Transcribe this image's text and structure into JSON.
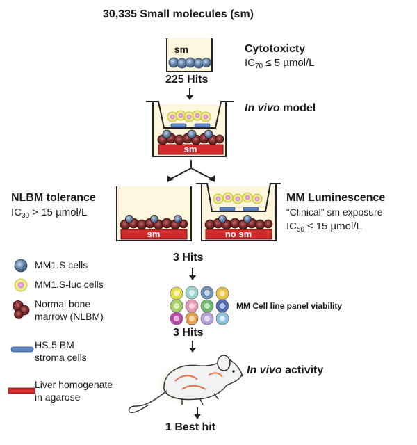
{
  "title": "30,335 Small molecules (sm)",
  "step1": {
    "well_label": "sm",
    "assay": "Cytotoxicty",
    "criterion_prefix": "IC",
    "criterion_sub": "70",
    "criterion_suffix": " ≤ 5 µmol/L",
    "hits": "225 Hits"
  },
  "step2": {
    "assay_italic": "In vivo",
    "assay_rest": " model",
    "bar_label": "sm"
  },
  "left_branch": {
    "title": "NLBM tolerance",
    "criterion_prefix": "IC",
    "criterion_sub": "30",
    "criterion_suffix": " > 15 µmol/L",
    "bar_label": "sm"
  },
  "right_branch": {
    "title": "MM Luminescence",
    "subtitle": "“Clinical” sm exposure",
    "criterion_prefix": "IC",
    "criterion_sub": "50",
    "criterion_suffix": " ≤ 15 µmol/L",
    "bar_label": "no sm"
  },
  "step3": {
    "hits": "3 Hits",
    "assay": "MM Cell line panel viability"
  },
  "step4": {
    "hits": "3 Hits",
    "assay_italic": "In vivo",
    "assay_rest": " activity"
  },
  "result": "1 Best hit",
  "legend": [
    {
      "icon": "mm1s-cell-icon",
      "label": "MM1.S cells"
    },
    {
      "icon": "mm1s-luc-cell-icon",
      "label": "MM1.S-luc cells"
    },
    {
      "icon": "nlbm-cell-icon",
      "label": "Normal bone marrow (NLBM)",
      "line1": "Normal bone",
      "line2": "marrow (NLBM)"
    },
    {
      "icon": "stroma-cell-icon",
      "label": "HS-5 BM stroma cells",
      "line1": "HS-5 BM",
      "line2": "stroma cells"
    },
    {
      "icon": "liver-agarose-icon",
      "label": "Liver homogenate in agarose",
      "line1": "Liver homogenate",
      "line2": "in agarose"
    }
  ],
  "colors": {
    "mm1s": "#5c7fa6",
    "mm1s_luc": "#e9e85a",
    "nlbm": "#8a3535",
    "stroma": "#5f86c4",
    "agarose": "#d02a2a",
    "medium": "#fdf6dc",
    "mouse_glow": "#8fd05a"
  }
}
